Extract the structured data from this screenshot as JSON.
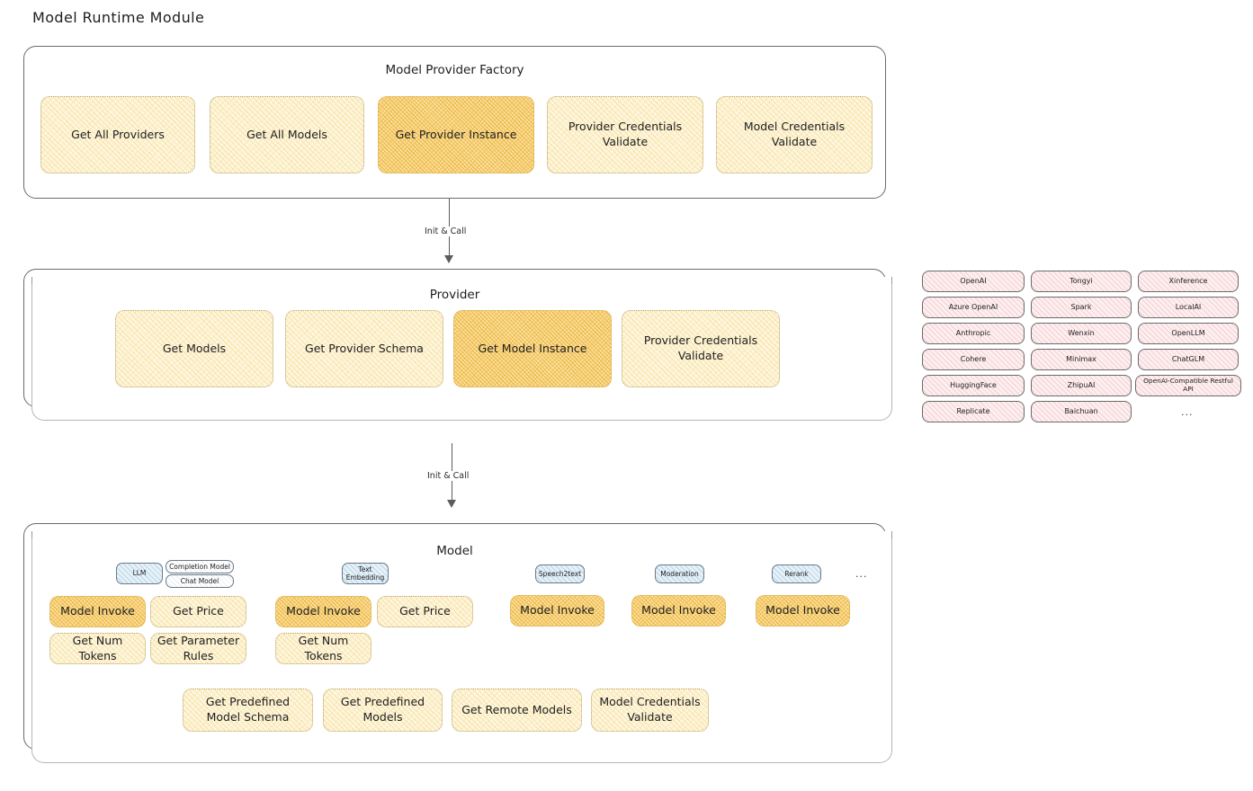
{
  "title": "Model Runtime Module",
  "factory": {
    "title": "Model Provider Factory",
    "nodes": [
      {
        "label": "Get All Providers",
        "highlight": false
      },
      {
        "label": "Get All Models",
        "highlight": false
      },
      {
        "label": "Get Provider Instance",
        "highlight": true
      },
      {
        "label": "Provider Credentials Validate",
        "highlight": false
      },
      {
        "label": "Model Credentials Validate",
        "highlight": false
      }
    ]
  },
  "arrows": [
    {
      "label": "Init & Call"
    },
    {
      "label": "Init & Call"
    }
  ],
  "provider": {
    "title": "Provider",
    "nodes": [
      {
        "label": "Get Models",
        "highlight": false
      },
      {
        "label": "Get Provider Schema",
        "highlight": false
      },
      {
        "label": "Get Model Instance",
        "highlight": true
      },
      {
        "label": "Provider Credentials Validate",
        "highlight": false
      }
    ]
  },
  "provider_list": {
    "columns": [
      [
        "OpenAI",
        "Azure OpenAI",
        "Anthropic",
        "Cohere",
        "HuggingFace",
        "Replicate"
      ],
      [
        "Tongyi",
        "Spark",
        "Wenxin",
        "Minimax",
        "ZhipuAI",
        "Baichuan"
      ],
      [
        "Xinference",
        "LocalAI",
        "OpenLLM",
        "ChatGLM",
        "OpenAI-Compatible Restful API"
      ]
    ],
    "more": "..."
  },
  "model": {
    "title": "Model",
    "more": "...",
    "types": [
      {
        "badge": "LLM",
        "sub_badges": [
          "Completion Model",
          "Chat Model"
        ],
        "nodes": [
          {
            "label": "Model Invoke",
            "highlight": true
          },
          {
            "label": "Get Price",
            "highlight": false
          },
          {
            "label": "Get Num Tokens",
            "highlight": false
          },
          {
            "label": "Get Parameter Rules",
            "highlight": false
          }
        ]
      },
      {
        "badge": "Text Embedding",
        "sub_badges": [],
        "nodes": [
          {
            "label": "Model Invoke",
            "highlight": true
          },
          {
            "label": "Get Price",
            "highlight": false
          },
          {
            "label": "Get Num Tokens",
            "highlight": false
          }
        ]
      },
      {
        "badge": "Speech2text",
        "sub_badges": [],
        "nodes": [
          {
            "label": "Model Invoke",
            "highlight": true
          }
        ]
      },
      {
        "badge": "Moderation",
        "sub_badges": [],
        "nodes": [
          {
            "label": "Model Invoke",
            "highlight": true
          }
        ]
      },
      {
        "badge": "Rerank",
        "sub_badges": [],
        "nodes": [
          {
            "label": "Model Invoke",
            "highlight": true
          }
        ]
      }
    ],
    "shared_nodes": [
      {
        "label": "Get Predefined Model Schema"
      },
      {
        "label": "Get Predefined Models"
      },
      {
        "label": "Get Remote Models"
      },
      {
        "label": "Model Credentials Validate"
      }
    ]
  },
  "colors": {
    "node_fill": "#fdf6e0",
    "node_highlight_fill": "#fbe2a7",
    "badge_fill": "#e6f1f8",
    "pill_fill": "#fdeff0",
    "stroke": "#6b6b6b",
    "text": "#1e1e1e"
  }
}
